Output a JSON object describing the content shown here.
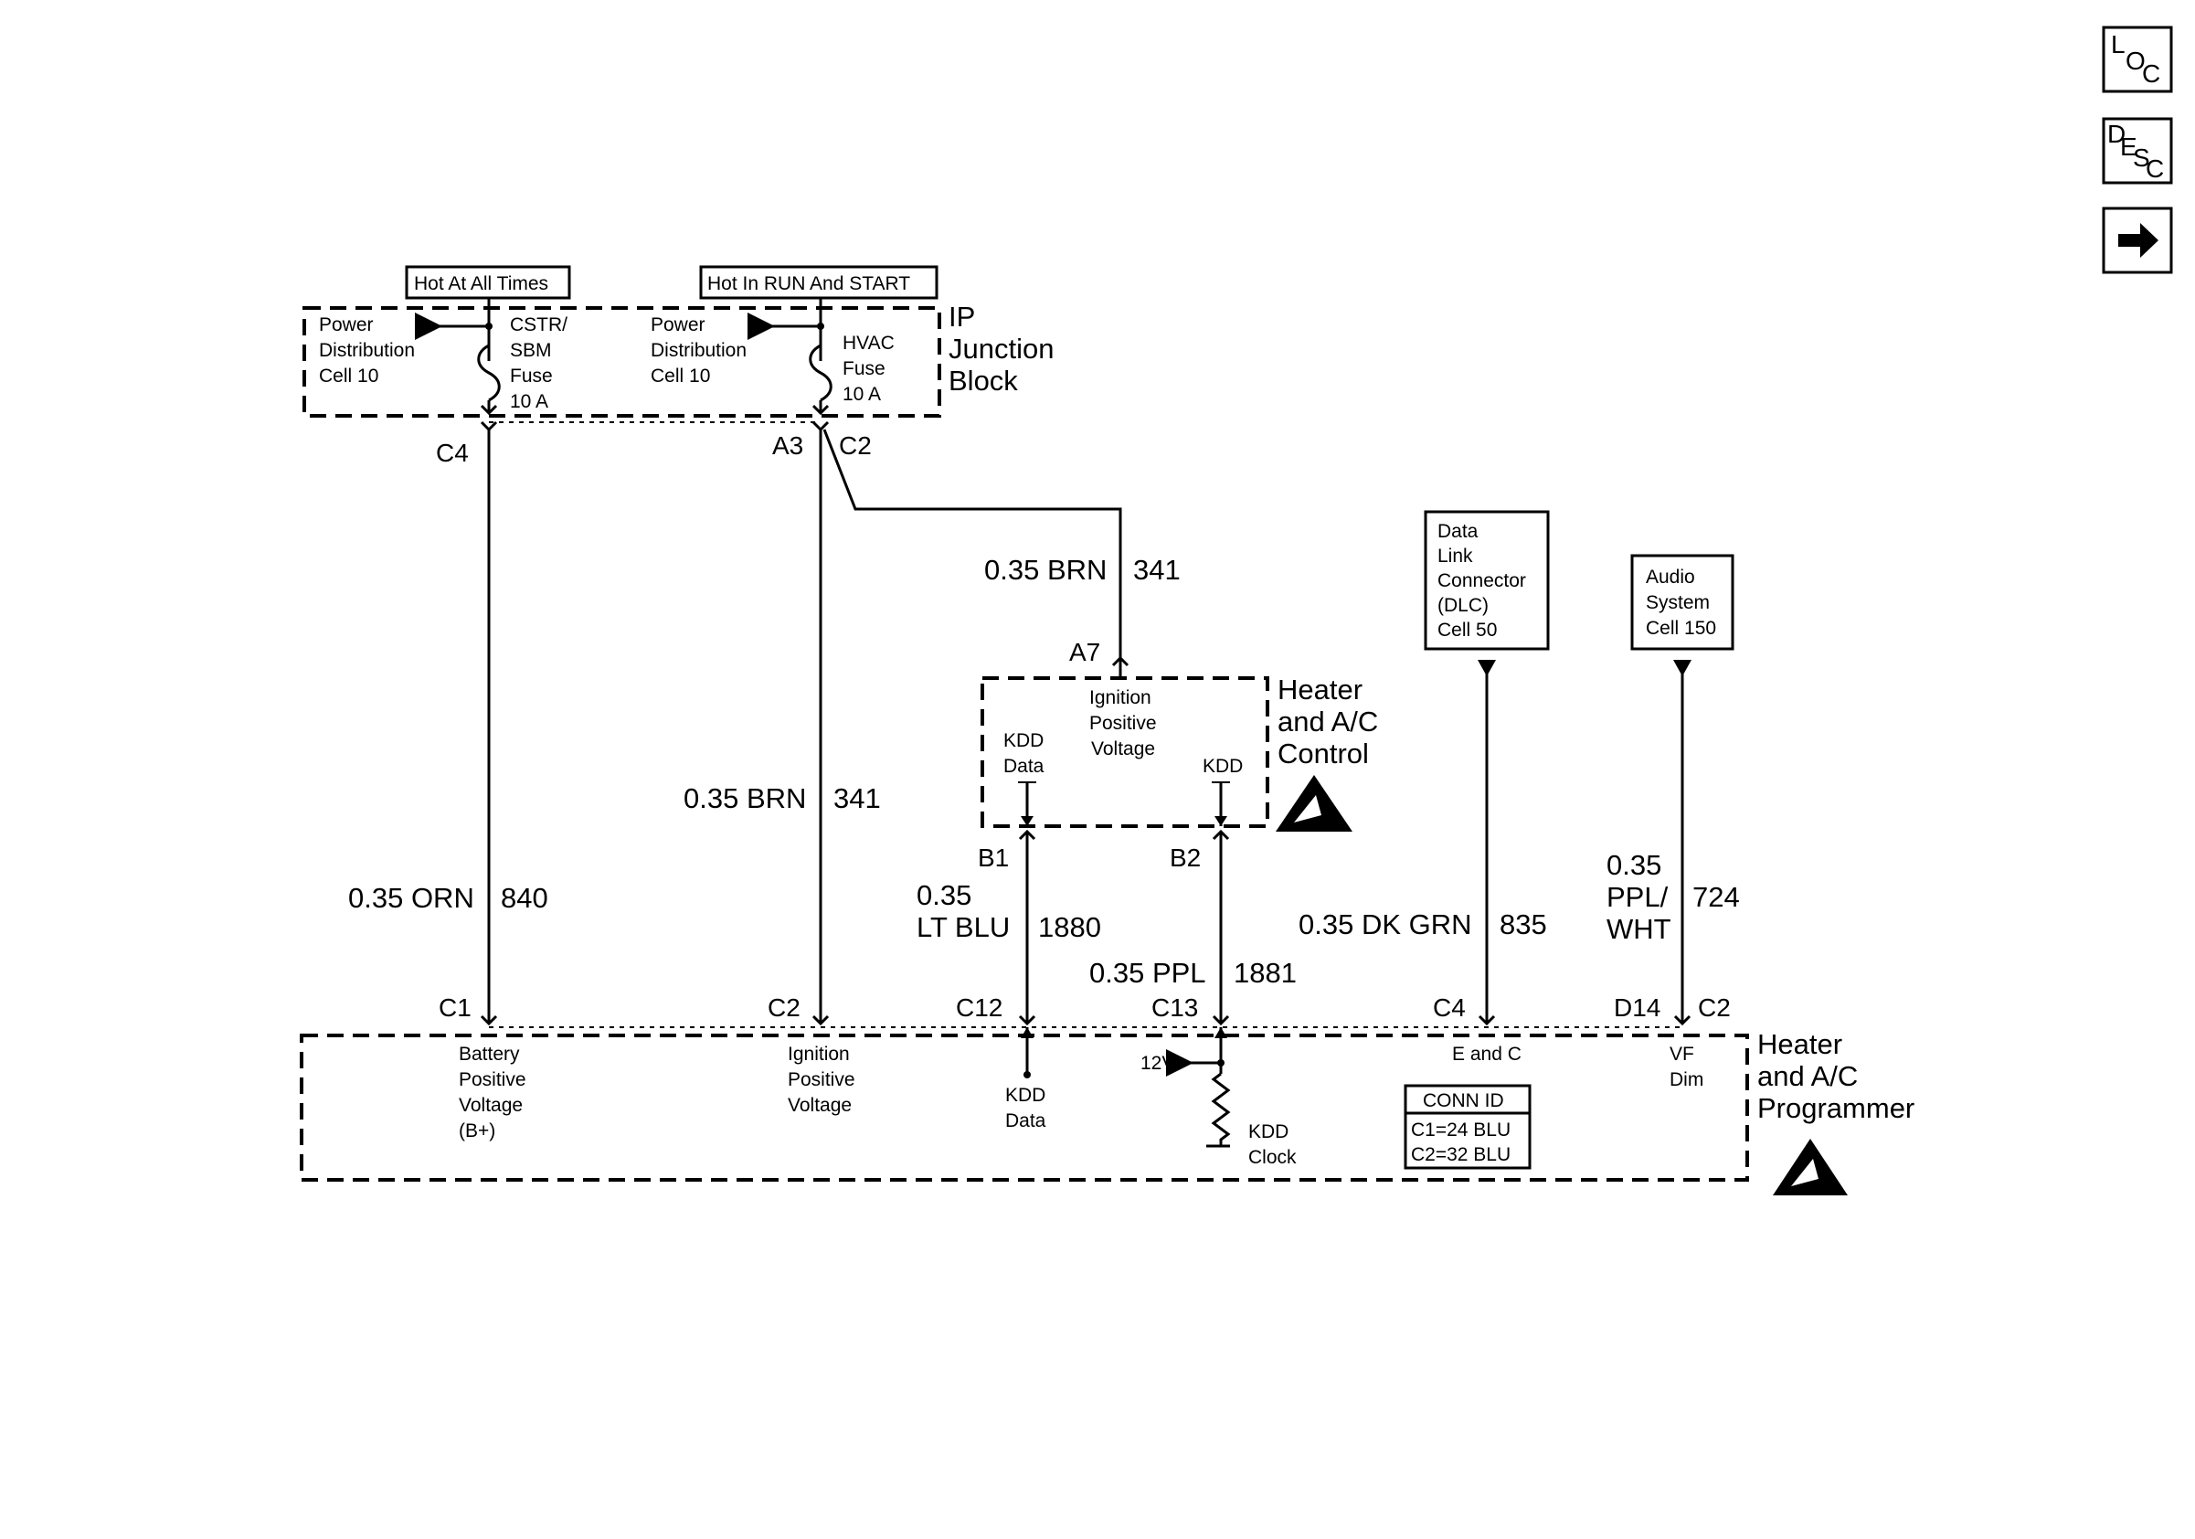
{
  "nav": {
    "loc": {
      "l1": "L",
      "l2": "O",
      "l3": "C"
    },
    "desc": {
      "l1": "D",
      "l2": "E",
      "l3": "S",
      "l4": "C"
    },
    "next_icon": "arrow-right-icon"
  },
  "ip_block": {
    "title_lines": [
      "IP",
      "Junction",
      "Block"
    ],
    "hot_label_1": "Hot At All Times",
    "hot_label_2": "Hot In RUN And START",
    "pd_1": [
      "Power",
      "Distribution",
      "Cell 10"
    ],
    "pd_2": [
      "Power",
      "Distribution",
      "Cell 10"
    ],
    "fuse_1": [
      "CSTR/",
      "SBM",
      "Fuse",
      "10 A"
    ],
    "fuse_2": [
      "HVAC",
      "Fuse",
      "10 A"
    ],
    "conn_c4": "C4",
    "conn_a3": "A3",
    "conn_c2": "C2"
  },
  "wires": {
    "w840": {
      "gauge": "0.35 ORN",
      "circuit": "840"
    },
    "w341_left": {
      "gauge": "0.35 BRN",
      "circuit": "341"
    },
    "w341_top": {
      "gauge": "0.35 BRN",
      "circuit": "341"
    },
    "w1880": {
      "gauge_1": "0.35",
      "gauge_2": "LT BLU",
      "circuit": "1880"
    },
    "w1881": {
      "gauge": "0.35 PPL",
      "circuit": "1881"
    },
    "w835": {
      "gauge": "0.35 DK GRN",
      "circuit": "835"
    },
    "w724": {
      "gauge_1": "0.35",
      "gauge_2": "PPL/",
      "gauge_3": "WHT",
      "circuit": "724"
    }
  },
  "control": {
    "title_lines": [
      "Heater",
      "and A/C",
      "Control"
    ],
    "conn_a7": "A7",
    "conn_b1": "B1",
    "conn_b2": "B2",
    "ign": [
      "Ignition",
      "Positive",
      "Voltage"
    ],
    "kdd_data": [
      "KDD",
      "Data"
    ],
    "kdd": "KDD"
  },
  "dlc": {
    "lines": [
      "Data",
      "Link",
      "Connector",
      "(DLC)",
      "Cell 50"
    ]
  },
  "audio": {
    "lines": [
      "Audio",
      "System",
      "Cell 150"
    ]
  },
  "programmer": {
    "title_lines": [
      "Heater",
      "and A/C",
      "Programmer"
    ],
    "conn_c1": "C1",
    "conn_c2": "C2",
    "conn_c12": "C12",
    "conn_c13": "C13",
    "conn_c4": "C4",
    "conn_d14": "D14",
    "conn_c2b": "C2",
    "batt": [
      "Battery",
      "Positive",
      "Voltage",
      "(B+)"
    ],
    "ign": [
      "Ignition",
      "Positive",
      "Voltage"
    ],
    "kdd_data": [
      "KDD",
      "Data"
    ],
    "v12": "12V",
    "kdd_clock": [
      "KDD",
      "Clock"
    ],
    "e_and_c": "E and C",
    "vf_dim": [
      "VF",
      "Dim"
    ],
    "conn_id": {
      "title": "CONN ID",
      "c1": "C1=24 BLU",
      "c2": "C2=32 BLU"
    }
  },
  "colors": {
    "ink": "#000000",
    "background": "#ffffff"
  }
}
